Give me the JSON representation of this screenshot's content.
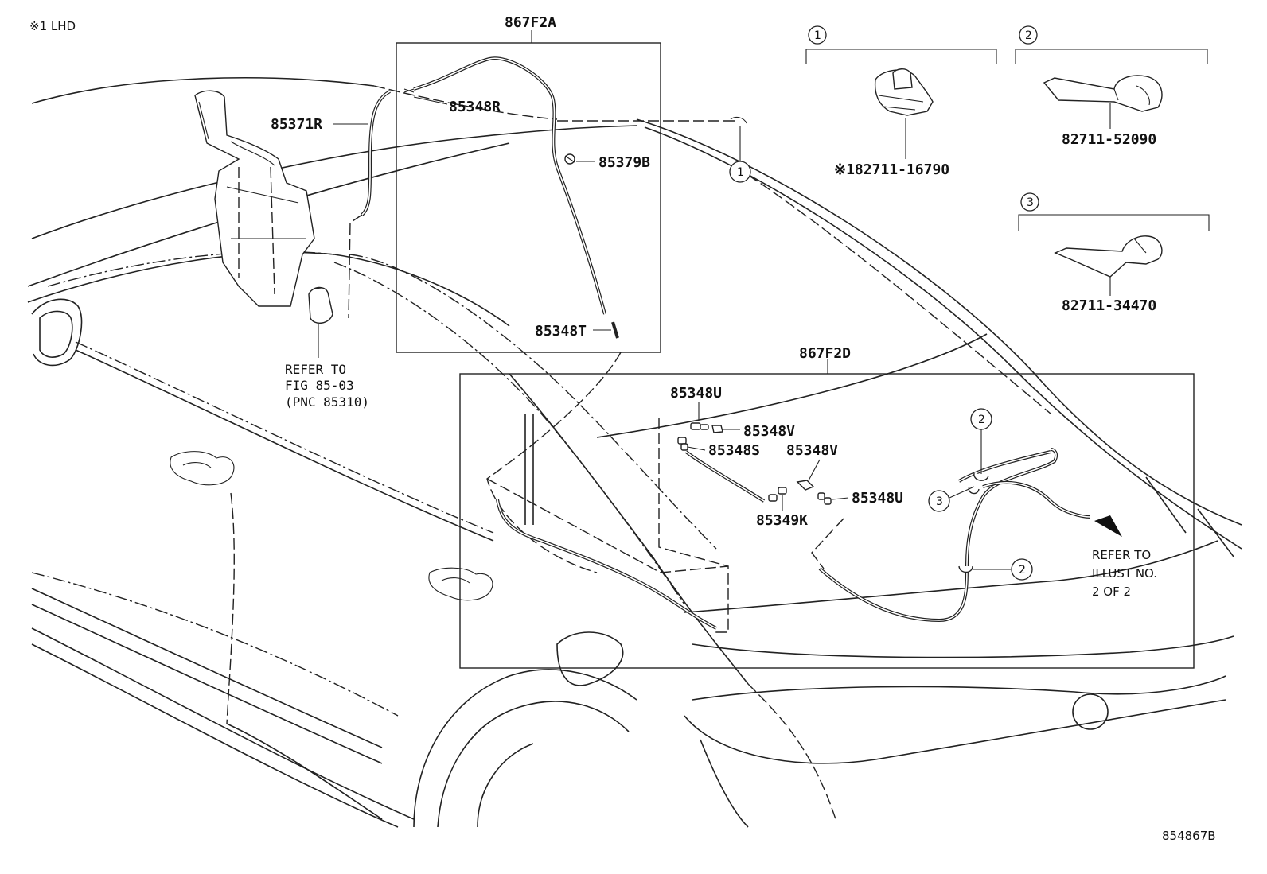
{
  "header": {
    "note": "※1 LHD"
  },
  "footer": {
    "drawing_id": "854867B"
  },
  "groups": {
    "upper": {
      "label": "867F2A"
    },
    "lower": {
      "label": "867F2D"
    }
  },
  "callouts": {
    "p85348R": "85348R",
    "p85371R": "85371R",
    "p85379B": "85379B",
    "p85348T": "85348T",
    "p85348U_a": "85348U",
    "p85348V_a": "85348V",
    "p85348S": "85348S",
    "p85348V_b": "85348V",
    "p85348U_b": "85348U",
    "p85349K": "85349K"
  },
  "refer_pump": [
    "REFER TO",
    "FIG 85-03",
    "(PNC 85310)"
  ],
  "refer_illust": [
    "REFER TO",
    "ILLUST NO.",
    "2 OF 2"
  ],
  "variants": [
    {
      "number": "1",
      "part": "※182711-16790"
    },
    {
      "number": "2",
      "part": "82711-52090"
    },
    {
      "number": "3",
      "part": "82711-34470"
    }
  ],
  "markers": {
    "m1": "1",
    "m2a": "2",
    "m3": "3",
    "m2b": "2"
  }
}
